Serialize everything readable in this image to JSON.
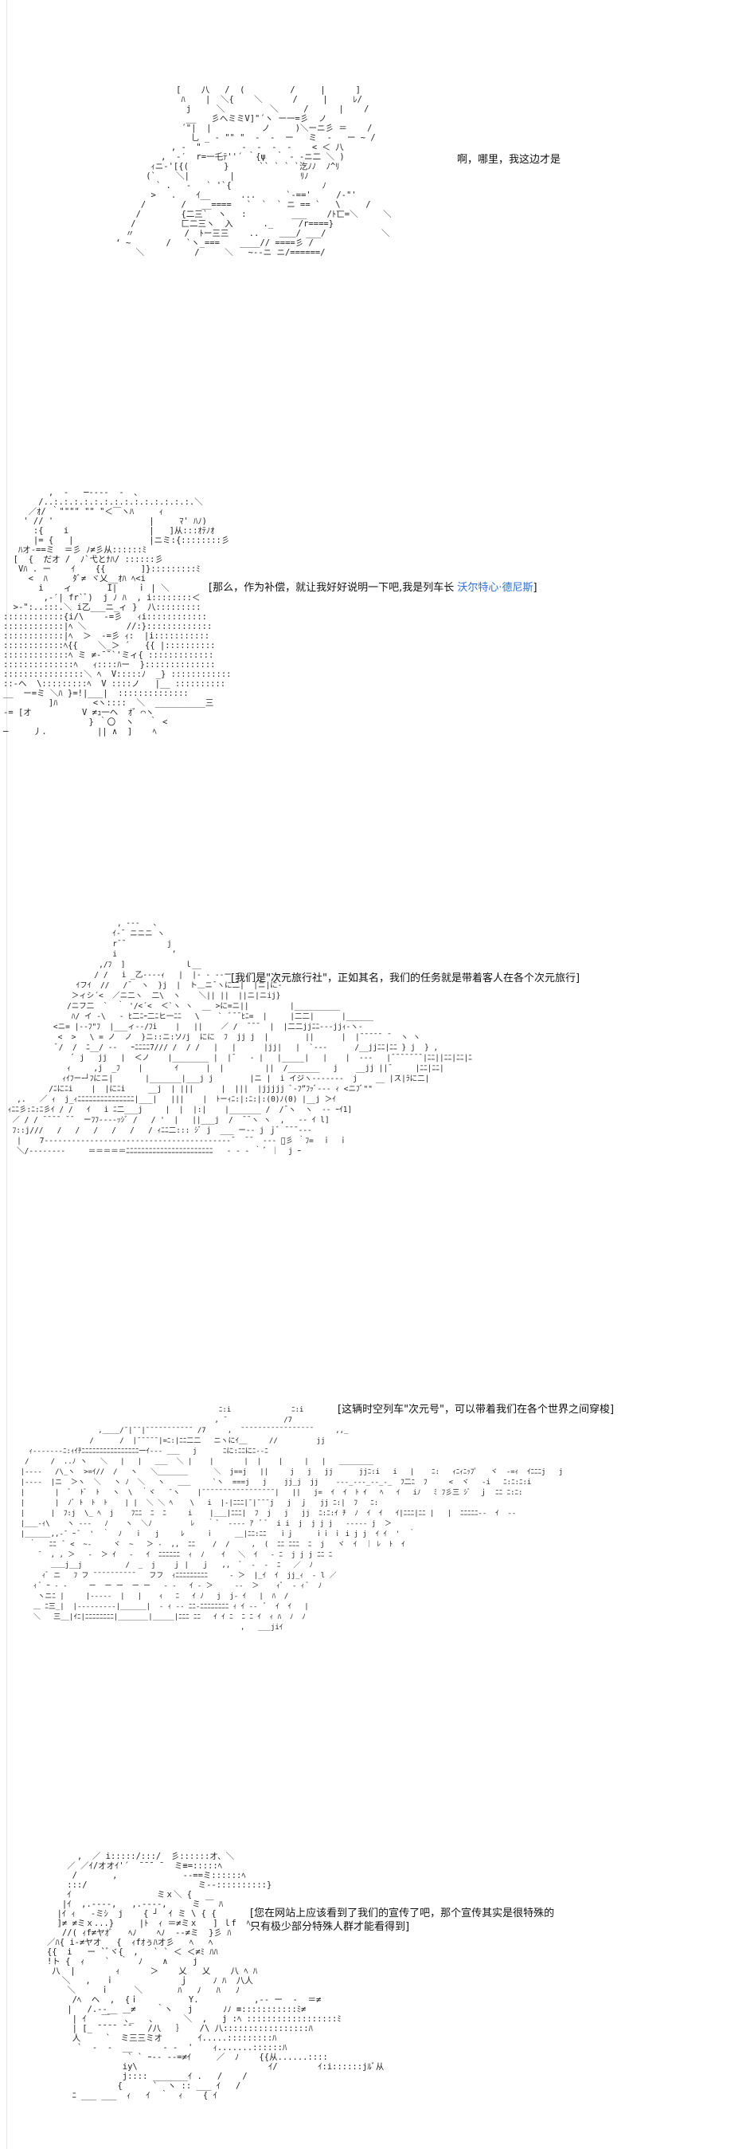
{
  "panels": [
    {
      "id": "panel-1",
      "line": "啊，哪里，我这边才是",
      "art": "                [    八   /  (         /     |      ]\n                 ﾊ    |  ＼{    ＼      /     |     ﾚ/\n                  j     ＼         ＼     /      |    /\n                  __   彡へミミV]\"´ヽ ー一=彡  ノ\n                 ´\"|  |          ノ     )＼ーニ彡 ＝    /\n                   乚 _ - \"\" \"  ‐  -  ー   ミ  -   ー ~ /\n               , -  \"        -  -  -  -    < ＜ 八\n             ,  -′  r=一乇ﾃ''´ ｀{ψ  ｀ - -ニ二 ＼ )\n           ｨニ-'[{(       }      `` ` ` `汔ﾉﾉ  ﾉ^ﾘ\n          (`    ＼|        |             ﾘﾉ\n            ` .   -   ` '`{                  ﾉ\n           >   .    ｲ__      ...      `-=='     /-\"'\n         /       /   __====   `  `  ` ニ == `   \\     /\n        /        {二三`  ヽ   :         ___    /ﾄ匸=＼     ＼\n       /         匚二三ヽ  入      ._     /r====}\n      〃          /  ﾄー三三    ..    ＿＿/ ___/           ＼\n    ‘ ~       /   `ヽ_===    ____// ====彡 /\n        ＼          /     ＼   ~--ニ ニ/======/"
    },
    {
      "id": "panel-2",
      "line_before": "[那么，作为补偿，就让我好好说明一下吧,我是列车长 ",
      "line_link": "沃尔特心·德尼斯",
      "line_after": "]",
      "art": "         ,  -   ─‐‐‐‐  ‐  ､\n       /..:.:.:.:.:.:.:.:.:.:.:.:.:.:.＼\n     ／ｵ/ ｀\"\"\"\" \"\" \"＜￣ヽﾊ     ｨ\n    ' // '                   |     ﾏ' ﾊﾉ)\n      :{    i                |   ]从:::ｵﾃﾉｵ\n      |= {   |               |ニミ:{::::::::彡\n   ﾊオ-==ミ  ＝彡 ﾉ≠彡从::::::ﾐ\n  [  {  だオ /  ﾉ`弋とﾅﾊ/ ::::::彡\n   Vﾊ . ー    ｲ    {{       ]}:::::::::ﾐ\n     <  ﾊ     ﾀﾞ≠ ヾ乂__ｵﾊ ﾍ<i\n       i    ィ       I|    ｉ | ＼\n        ,-′| fr`ﾞ)  j ﾉ ﾊ  , i::::::::＜\n  >‐\":..:::.＼ i乙___ニ_ィ }  八:::::::::\n::::::::::::{i/\\    ‐=彡   ｨi::::::::::::\n::::::::::::|ﾍ ＼        //:}:::::::::::::\n::::::::::::|ﾍ  ＞  ‐=彡 ｨ:  |i:::::::::::\n::::::::::::ﾍ{{    ＼_＞ ´   {{ |::::::::::\n:::::::::::::ﾍ ミ ≠‐¯¯`'ミィ{ :::::::::::::\n::::::::::::::ﾍ   ｨ::::ﾊー  }::::::::::::::\n::::::::::::::::＼ ﾍ  V:::::ﾉ  _} ::::::::::::\n::-ヘ  \\:::::::::ﾍ  V ::::ノ   |__ ::::::::::\n__  ー=ミ ＼ﾊ }=!|___|  ::::::::::::::\n         ]ﾊ       <ヽ::::  ＼  __________三\n‐= [オ          V ≠ｭ一ヘ  ｵ゛⌒ヽ\n                 } ｀〇  ヽ   ｀ <\n─     丿.          || ∧  ]    ﾍ"
    },
    {
      "id": "panel-3",
      "line": "[我们是\"次元旅行社\"，正如其名，我们的任务就是带着客人在各个次元旅行]",
      "art": "                         , ‐‐‐   ､\n                        ｲ‐¯ ニニニ ヽ\n                        r¯¯         j\n                        i            ’\n                     ,/ﾌ  ]             ｌ__\n                    / /   i _乙‐‐‐‐ｨ   |  |‐ ‐ ‐‐ー\n                ｲフｲ  //   /¯  ヽ  }j  |  ト＿ニ¯ヽに二|  |ニ|に-\n               ＞ィシ´<  ／ニ二ヽ  二\\  ヽ    ＼|| ||  ||ニ|ニij}\n              /ニフ二  `  ｀ '/<´<  ＜`ヽ ヽ  __ >に=ニ||         |__________\n               ﾊ/ イ ‐\\   ‐ ﾋ二ﾆｰ二ﾆヒ一ﾆﾆ   \\    `  ﾞ¯¯ﾋﾆ=  |     |二二|      |______\n           <ニ= |--ﾌ\"ﾌ  |___ィ--/ﾌi    |   ||    ／ /  ¯¯¯  |  |二二jjﾆﾆ---jjｨ-ヽ-\n            <  >   \\ = ノ  ノ  }ニ::ニ:ソﾉj  にに  ﾌ  jj j  |        ||      |  |¯¯¯¯¯ ¯  ヽ ヽ\n            ﾞ/  /  ﾆ__/ ‐‐   ｰﾆﾆﾆﾆ7/// /  / /   |   |      |jj|   |  `‐‐‐      /__jjﾆﾆ|ﾆﾆ } j  } ,\n               ﾞ j   jj   |  ＜ノ    |________ |  |¯   ‐ |   |_____|   |    |  ‐‐‐   |¯¯¯¯¯¯¯|ﾆﾆ||ﾆﾆ|ﾆﾆ|ﾆ\n              ｨ     ,j  _ﾌ    |       ｲ      |  |         ||  /_______   j    __jj ||¯     |ﾆﾆ|ﾆﾆ|\n             ｨｲﾌーｰ┘ﾌにニ|       |_______|___j j        |ニ |  i イジヽ-------  j    __ |ス|ﾗに二|\n          /ﾆにﾆi    |  |にﾆi     __j  | |||      |  |||  |jjjjj ﾞ-ﾌ”ﾌｯﾞ‐‐‐ ｨ <ニﾌﾞ\"\"\n   ,.   ／ ｨ  j_ｨﾆﾆﾆﾆﾆﾆﾆﾆﾆﾆﾆﾆﾆﾆﾆ|___|   |||    |  ﾄーｨﾆ:|:ﾆ:|:(0)ﾉ(0) |__j ＞ｲ\n ｨﾆﾆ彡:ﾆ:ﾆ彡ｲ / /   ｲ   i ﾆ二___j     |  |  |:|    |_______ /  /¯ヽ  ヽ  ‐‐ ｰｲ1]\n  ／ / / ¯¯¯¯ ¯¯  ーﾌﾌ‐‐‐‐ｯｼﾞ /   / '  |   ||___j  /  ¯¯ヽ ヽ  ,   ‐‐ ｲ l]\n  ﾌ::j///   /   /   /   /   /   / ｨﾆﾆ二::: ｼﾞ j  ___ ー‐‐ j ｊﾞ ¯¯¯‐‐‐\n   |    7‐‐‐‐‐‐‐‐‐‐‐‐‐‐‐‐‐‐‐‐‐‐‐‐‐‐‐‐‐‐‐‐‐‐‐‐‐‐‐‐‐¯  ¯¯  ‐‐‐ ﾞ彡 ｀ﾌ=  ｉ  ｉ\n   ＼/‐‐‐‐‐‐‐‐     ＝＝＝＝＝ﾆﾆﾆﾆﾆﾆﾆﾆﾆﾆﾆﾆﾆﾆﾆﾆﾆﾆﾆﾆﾆﾆﾆ   ‐ ‐ ‐ ｀ ﾞ ｜  j ｰ"
    },
    {
      "id": "panel-4",
      "line": "[这辆时空列车\"次元号\"，可以带着我们在各个世界之间穿梭]",
      "art": "                                                  ﾆ:i              ﾆ:i\n                                                 , ¯             /7                             \n                      ,____/¯|¯¯|¯¯¯¯¯¯¯¯¯¯¯ /7     ,  ¯¯¯¯¯¯¯¯¯¯¯¯¯¯¯¯¯     ,,_\n                    /      /  |¯¯¯¯¯|=ﾆ:|ﾆﾆ二二   ニヽにｲ__     //         jj\n      ｨ‐‐‐‐‐‐‐ﾆ:ｨｲﾁﾆﾆﾆﾆﾆﾆﾆﾆﾆﾆﾆﾆﾆﾆﾆﾆ一ｲ‐‐‐ ___   j      ﾆに:ﾆﾆにﾆ‐-ﾆ\n     /     /  ..ﾉ ヽ   ＼   |   |   ___  ＼ |    |       |  |    |     |   |   ________\n    |‐‐‐‐   /\\_ヽ  >=ｲ//  /   ヽ   ＼_______      ＼  j==j   ||     j   j   jj      jjﾆ:i   i   |    ﾆ:   ｨﾆｨﾆｯﾌﾟ   ヾ  ‐=ｨ  ｲﾆﾆﾆj   j\n    |‐‐‐‐  |ニ  ＞ヽ  ＼   ヽ ﾉ  ＼   ヽ   ___     `ヽ  ===j   j    jj_j  jj    ‐‐‐_‐‐‐_‐‐_‐_  ﾌ二ﾆ  ﾌ     <  ヾ   ‐i   ﾆ:ﾆ:ﾆ:i\n    |       |  ﾞ  ﾄﾞ  ﾄ   ヽ  \\  ｀ヾ   ¯ヽ    |¯¯¯¯¯¯¯¯¯¯¯¯¯¯¯¯¯|   ||   j=  ｲ  ｲ  ﾄ ｲ   ﾍ   ｲ   iﾉ   ﾐ ﾌ彡三 ｼﾞ  ｊ  ﾆﾆ ﾆ:ﾆ:\n    |       |  ﾉﾞ ﾄ  ﾄ  ﾄ    | |  ＼ ＼ ﾍ    \\   i  |‐|ﾆﾆﾆ|¯|¯¯¯j   j  ｊ   jj ﾆ:|  ﾌ   ﾆ:\n    |      |  ﾌ:j  \\_ ﾍ  j    ﾌﾆﾆ  ﾆ  ﾆ     i    |___|ﾆﾆﾆ|  ﾌ  j   j   jj  ﾆ:ﾆ:ｲ ﾁ  ﾉ  ｲ  ｲ   ｲ|ﾆﾆﾆ|ﾆﾆ |   |  ﾆﾆﾆﾆﾆ‐‐  ｲ  ‐‐\n    |___‐ｨ\\    ヽ ‐‐‐   ﾉ    ヽ  ＼ﾉ         ﾚ   ｀ ﾞ  ‐‐‐‐ ｱ  ﾞ ﾞ  i i  j  j j j   ‐‐‐‐‐ j  ＞\n    |______,,‐¯ ｰ ﾞ  '  ｀  ﾉ   ｉ   j     ﾚ     ｉ     __|ﾆﾆ:ﾆﾆ   ｉｊ     ｉｉ ｉ i j j  ｲ ｲ  '  ｀\n      ｀   ﾆﾆ  ﾞ <  ~‐     ヾ  ~   ＞ ‐  ,,  ﾆﾆ    /  /     ,  (  ﾆﾆ ﾆﾆﾆ  ﾆ  j   ヾ  ｲ  ｜ ﾚ  ﾄ  ｲ\n        ¯  , , ＞   ‐  ＞ ｲ   ‐   ｲ  ﾆﾆﾆﾆﾆﾆ  ｨ  ﾉ    ｲ   ＼  ｲ   ‐ ﾆ  j j j ﾆﾆ ﾆ\n           ＿＿j__j          /  _  j    ｊ |   ｊ   ,,  ﾞ  ‐  ‐  ﾆ   ／  ﾉ\n         ｨﾞ ニ   ﾌ フ ¯¯¯¯¯¯¯¯¯¯   フフ  ｨﾆﾆﾆﾆﾆﾆﾆﾆﾆ     ‐ ＞  |_ｲ  ｲ  jj_ｨ  ‐ l ／\n       ｨ ﾞ ｰ ‐ ‐     ー  ー ー  ー ー   ‐ ‐   ｲ ‐ ＞     ‐‐  ＞    ｨﾞ  ‐ ｨ ﾞ  ﾉ\n        ヽニﾆ |     |‐‐‐‐‐  |   |    ｨ   ﾆ   ｲ ﾉ   j  j‐ ｲ   |  ﾊ  /\n       ＿ ﾆ三_|  |‐‐‐‐‐‐‐‐‐|______|  ‐ ｨ ‐‐ ﾆﾆ‐ﾆﾆﾆﾆﾆﾆﾆﾆ ｨ ｲ ‐‐  ﾞ  ｲ  ｲ   |\n       ＼   三__|ｲﾆ|ﾆﾆﾆﾆﾆﾆﾆﾆ|_______|_____|ﾆﾆﾆ ﾆﾆ   ｲ ｲ ﾆ  ﾆ ﾆ ｲ  ｨ ﾊ  ﾉ  ﾉ\n                                                       ,   ___jiｲ"
    },
    {
      "id": "panel-5",
      "line_1": "[您在网站上应该看到了我们的宣传了吧，那个宣传其实是很特殊的",
      "line_2": "只有极少部分特殊人群才能看得到]",
      "art": "         ,  ／ i:::::/:::/  彡::::::オ、＼\n       ／ ／ｲ/オオｲ'´  ¯¯¯ ¯  ミ≡=:::::ﾍ\n        /       ,             ‐‐==ミ::::::ﾍ\n       :::/                      ミ‐‐::::::::::}\n       ｲ                 ミｘ＼ {\n      |ｲ  ,.‐‐‐‐,   ,.‐‐‐‐,     ミ ￣ ﾊ\n     |ｲ ｨ   -ミｼ  j    { ┘  ｲ ミ \\ { {\n     ]≠ ≠ミｘ...}     |ﾄ  ｨ ＝≠ミｘ   ] ｌf  ﾍ\n      //( ｨf≠ヤｵﾞ   ﾍﾉ    ﾍﾉ  ‐‐≠ミ  }彡 ﾊ\n   ／ﾊ{ i‐≠ヤオ   {  ｨfｵぅﾊオ彡   ﾍ   ﾍ\n   {{  i   ー `ﾞヾ{  ,   ` ` ＜ ＜≠ﾐ ﾊﾊ\n   !ト {  ｨ    `  ｀  ﾉ    ∧     j\n    八  |        ｨ      ＞    乂   乂    八 ﾍ ﾊ\n      ＼   ,   ｉ             ｊ     ﾉ ﾊ  八人\n       ＼     ｉ     ＼       ﾊ   ﾉ   ﾊ   ﾉ\n        /ﾍ  ヘ  ,  {ｉ          Y.           ,‐‐ ー  ‐  ＝≠\n       |   /.‐‐__ ＿≠    ｀ヽ   j      ﾉﾉ ≡:::::::::::ﾐ≠\n        | ｲ   ￣   ､_   ､      ＼  ,   j :ﾍ ::::::::::::::::::ﾐ\n        | [_ ¯¯¯¯ ¯¯   /八   ｝   /\\ 八:::::::::::::::::ﾊ\n        人     `  ミ三三ミオ       ｲ.....:::::::::ﾊ\n         `  ‐  ‐  __      ‐ -  '    ｨ.......::::::ﾊ\n                   ` ` ｰ‐‐ ‐‐=≠ｲ     ／  ﾉ    {{从......::::\n                  iy\\                          ｲ/        ｲ:i::::::jﾙﾞ从\n                  j:::: _______ｲ .   /    /\n                 {      `  ヽ :: ___ ｲ   /\n        ﾆ ___ ___  ｨ   ｲ  ｀  ｨ    { ｲ"
    }
  ]
}
